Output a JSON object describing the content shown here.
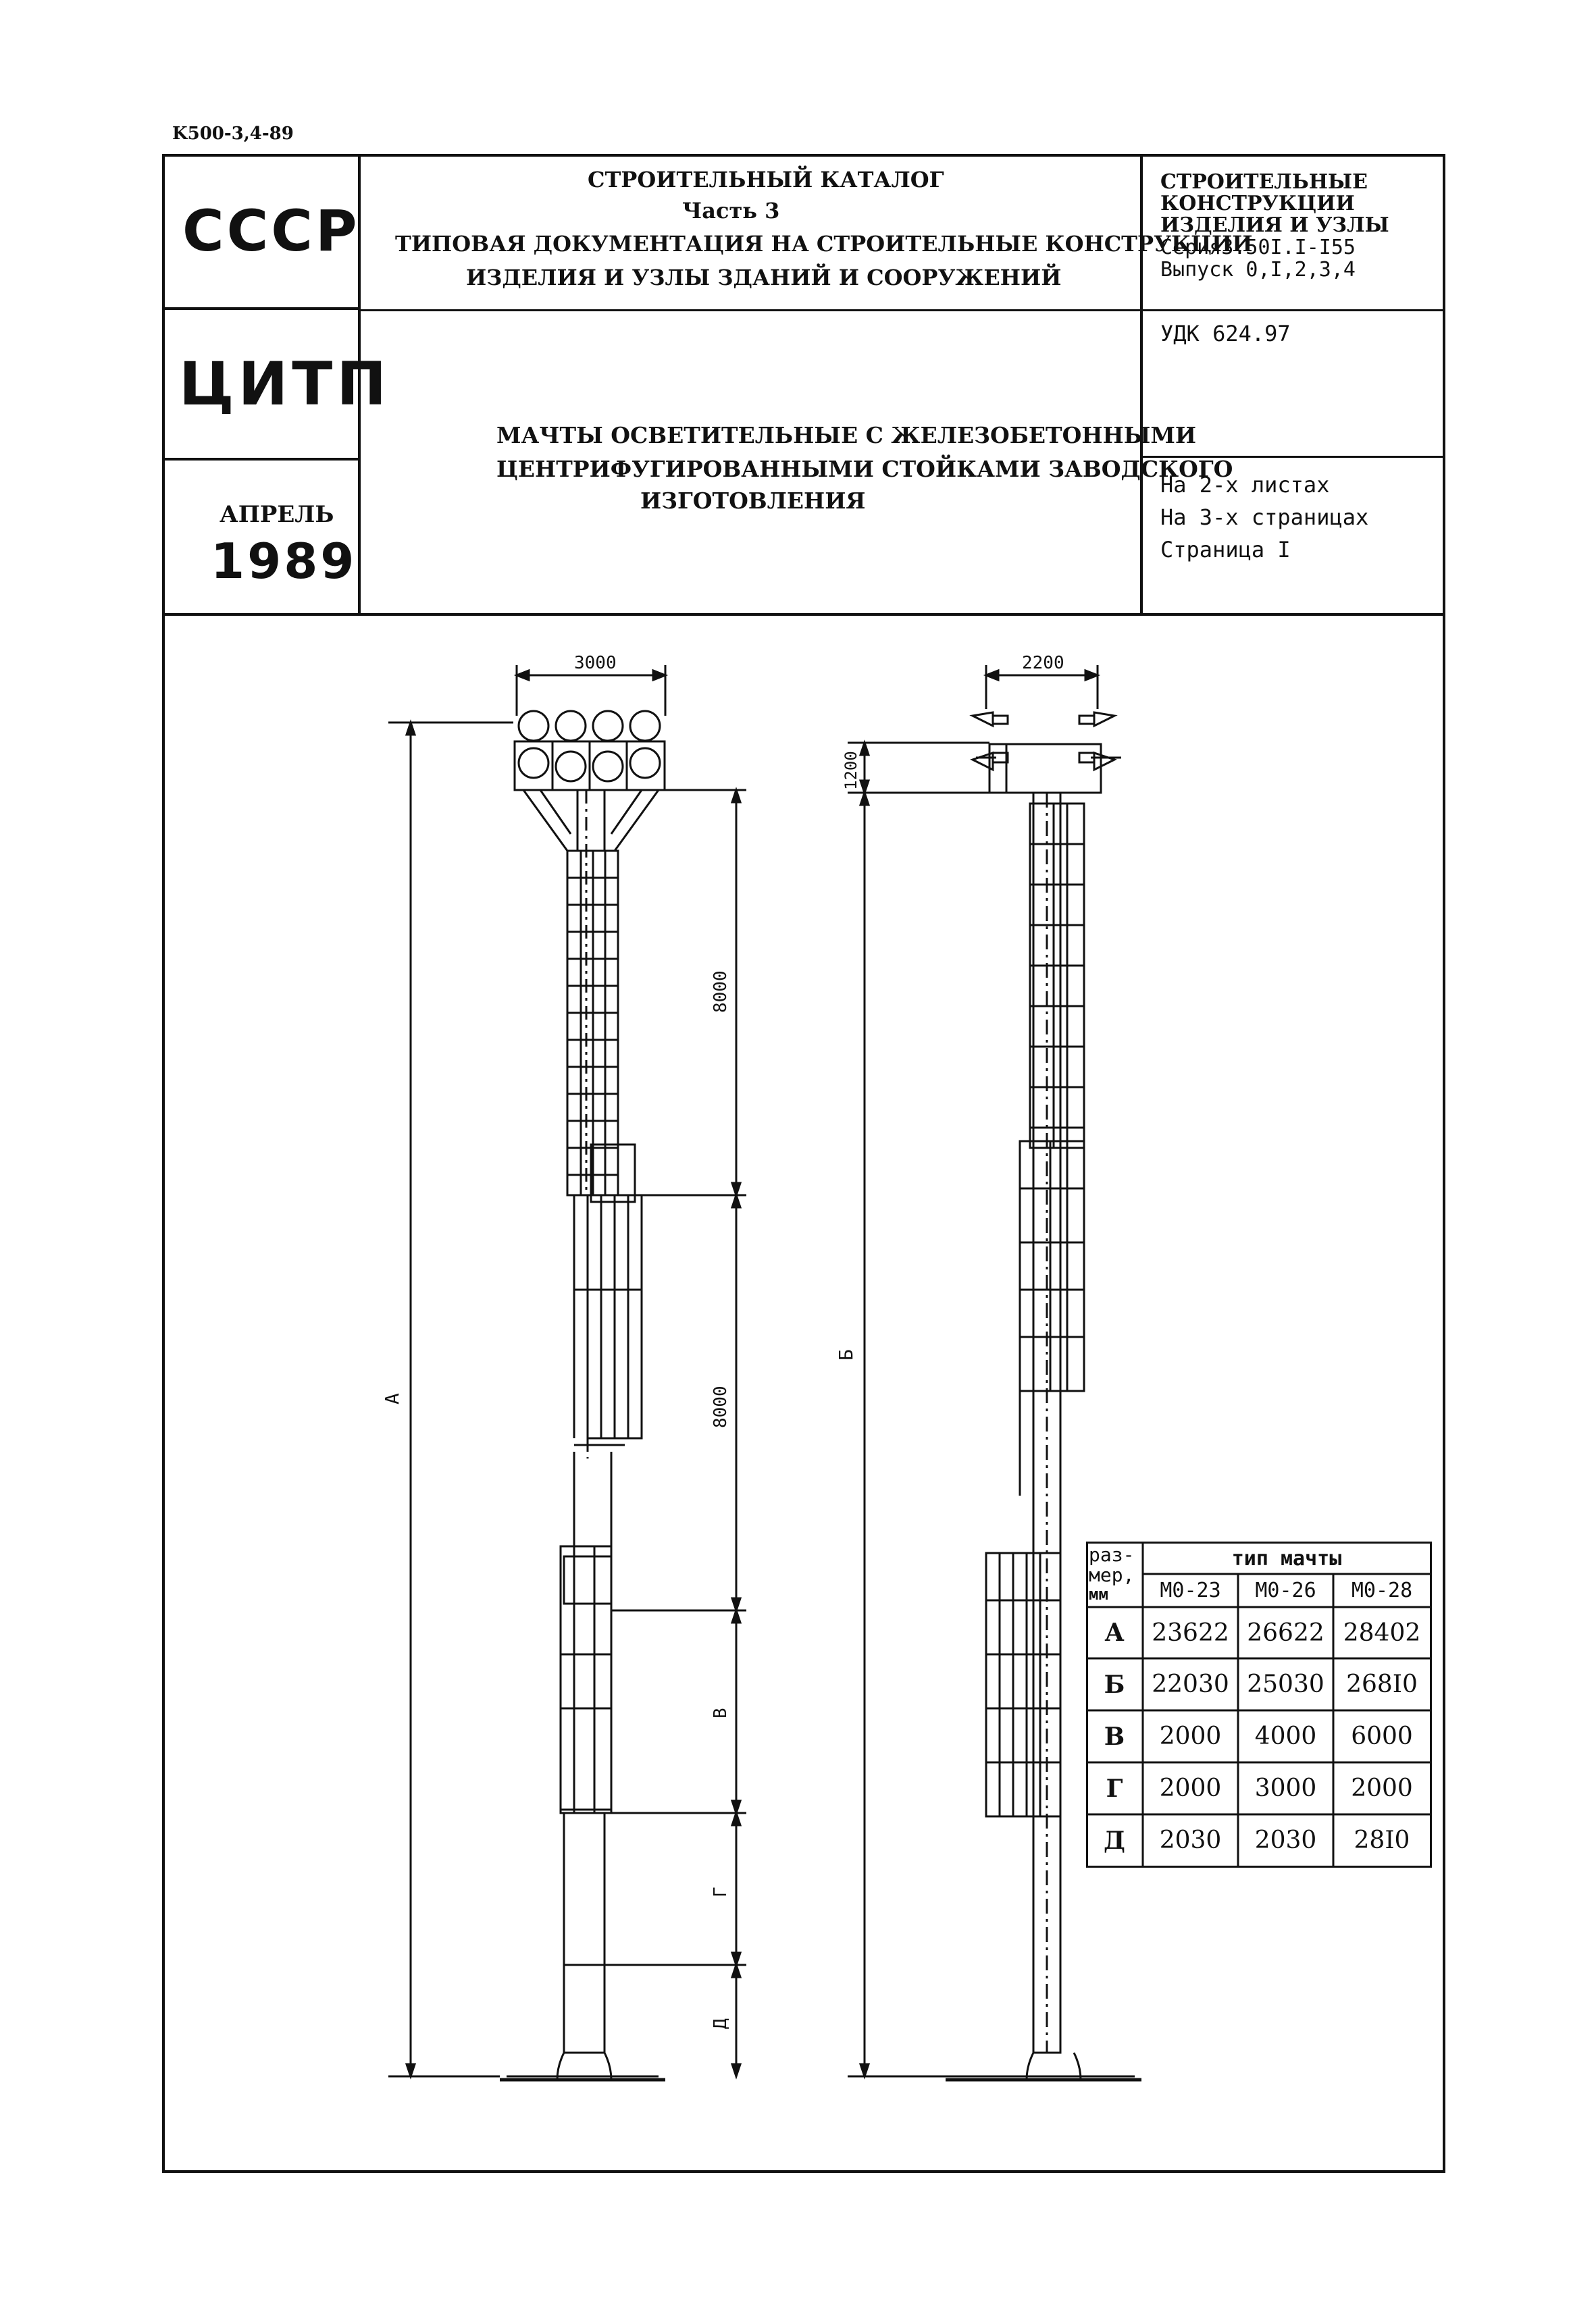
{
  "doc_code": "K500-3,4-89",
  "left_block": {
    "org1": "СССР",
    "org2": "ЦИТП",
    "month": "АПРЕЛЬ",
    "year": "1989"
  },
  "catalog": {
    "line1": "СТРОИТЕЛЬНЫЙ КАТАЛОГ",
    "line2": "Часть 3",
    "line3": "ТИПОВАЯ ДОКУМЕНТАЦИЯ НА СТРОИТЕЛЬНЫЕ КОНСТРУКЦИИ",
    "line4": "ИЗДЕЛИЯ И УЗЛЫ ЗДАНИЙ И СООРУЖЕНИЙ"
  },
  "series_block": {
    "line1": "СТРОИТЕЛЬНЫЕ",
    "line2": "КОНСТРУКЦИИ",
    "line3": "ИЗДЕЛИЯ И УЗЛЫ",
    "line4": "Серия3.50I.I-I55",
    "line5": "Выпуск 0,I,2,3,4"
  },
  "udk": "УДК 624.97",
  "title": {
    "line1": "МАЧТЫ ОСВЕТИТЕЛЬНЫЕ С ЖЕЛЕЗОБЕТОННЫМИ",
    "line2": "ЦЕНТРИФУГИРОВАННЫМИ СТОЙКАМИ ЗАВОДСКОГО",
    "line3": "ИЗГОТОВЛЕНИЯ"
  },
  "sheets": {
    "line1": "На 2-х листах",
    "line2": "На 3-х страницах",
    "line3": "Страница I"
  },
  "drawing": {
    "dim_top_left": "3000",
    "dim_top_right": "2200",
    "dim_head_right": "1200",
    "dim_section1": "8000",
    "dim_section2": "8000",
    "label_A": "А",
    "label_B": "Б",
    "label_V": "В",
    "label_G": "Г",
    "label_D": "Д"
  },
  "table": {
    "header_param": [
      "раз-",
      "мер,",
      "мм"
    ],
    "header_type": "тип мачты",
    "columns": [
      "М0-23",
      "М0-26",
      "М0-28"
    ],
    "rows": [
      {
        "label": "А",
        "values": [
          "23622",
          "26622",
          "28402"
        ]
      },
      {
        "label": "Б",
        "values": [
          "22030",
          "25030",
          "268I0"
        ]
      },
      {
        "label": "В",
        "values": [
          "2000",
          "4000",
          "6000"
        ]
      },
      {
        "label": "Г",
        "values": [
          "2000",
          "3000",
          "2000"
        ]
      },
      {
        "label": "Д",
        "values": [
          "2030",
          "2030",
          "28I0"
        ]
      }
    ]
  }
}
